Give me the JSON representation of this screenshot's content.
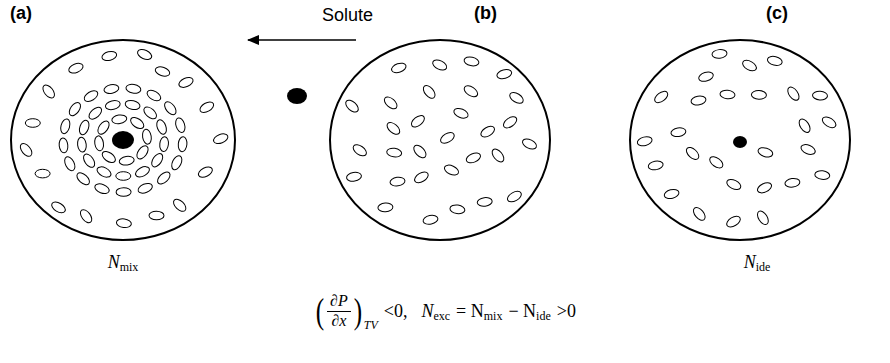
{
  "diagram": {
    "labels": [
      "(a)",
      "Solute",
      "(b)",
      "(c)",
      "N",
      "mix",
      "N",
      "ide",
      "(",
      "∂P",
      "∂x",
      ")",
      "TV",
      "<0,",
      "N",
      "exc",
      "= N",
      "mix",
      "− N",
      "ide",
      ">0"
    ]
  }
}
